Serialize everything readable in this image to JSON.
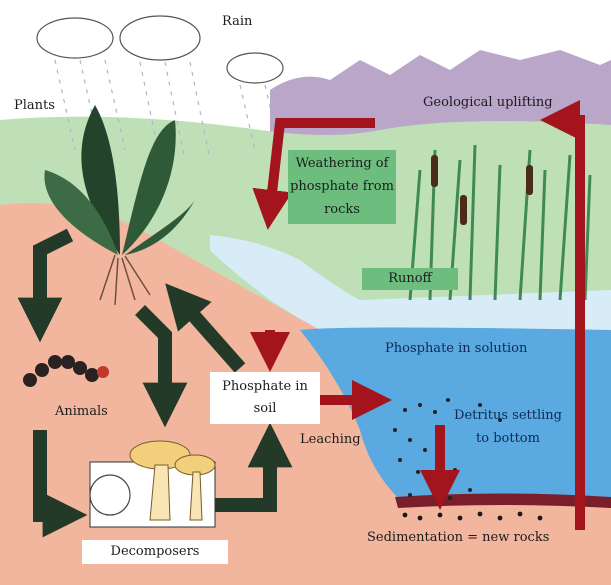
{
  "labels": {
    "rain": "Rain",
    "plants": "Plants",
    "geological_uplifting": "Geological uplifting",
    "weathering_line1": "Weathering of",
    "weathering_line2": "phosphate from",
    "weathering_line3": "rocks",
    "runoff": "Runoff",
    "phosphate_solution": "Phosphate in solution",
    "phosphate_soil_line1": "Phosphate in",
    "phosphate_soil_line2": "soil",
    "animals": "Animals",
    "leaching": "Leaching",
    "detritus_line1": "Detritus settling",
    "detritus_line2": "to bottom",
    "decomposers": "Decomposers",
    "sedimentation": "Sedimentation = new rocks"
  },
  "colors": {
    "soil": "#f2b69e",
    "mountain": "#b9a6c9",
    "hill": "#bfe0b6",
    "water": "#5aa9e0",
    "water_light": "#d7ecf7",
    "arrow_red": "#a3141c",
    "arrow_green": "#233a28",
    "label_green": "#6cbd7e"
  }
}
